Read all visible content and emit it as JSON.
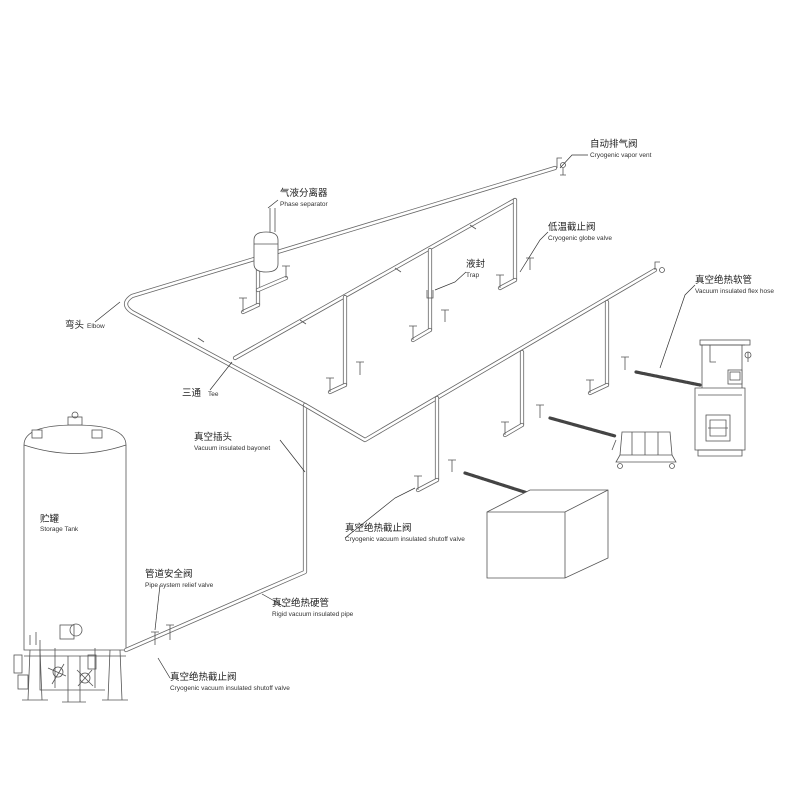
{
  "labels": {
    "vapor_vent": {
      "zh": "自动排气阀",
      "en": "Cryogenic vapor vent"
    },
    "phase_separator": {
      "zh": "气液分离器",
      "en": "Phase separator"
    },
    "globe_valve": {
      "zh": "低温截止阀",
      "en": "Cryogenic globe valve"
    },
    "trap": {
      "zh": "液封",
      "en": "Trap"
    },
    "elbow": {
      "zh": "弯头",
      "en": "Elbow"
    },
    "flex_hose": {
      "zh": "真空绝热软管",
      "en": "Vacuum insulated flex hose"
    },
    "tee": {
      "zh": "三通",
      "en": "Tee"
    },
    "bayonet": {
      "zh": "真空插头",
      "en": "Vacuum insulated bayonet"
    },
    "storage_tank": {
      "zh": "贮罐",
      "en": "Storage Tank"
    },
    "shutoff_valve_mid": {
      "zh": "真空绝热截止阀",
      "en": "Cryogenic vacuum insulated shutoff valve"
    },
    "relief_valve": {
      "zh": "管道安全阀",
      "en": "Pipe system relief valve"
    },
    "rigid_pipe": {
      "zh": "真空绝热硬管",
      "en": "Rigid vacuum insulated pipe"
    },
    "shutoff_valve_low": {
      "zh": "真空绝热截止阀",
      "en": "Cryogenic vacuum insulated shutoff valve"
    }
  },
  "colors": {
    "line": "#555555",
    "pipe_outline": "#666666",
    "text": "#222222",
    "background": "#ffffff"
  }
}
